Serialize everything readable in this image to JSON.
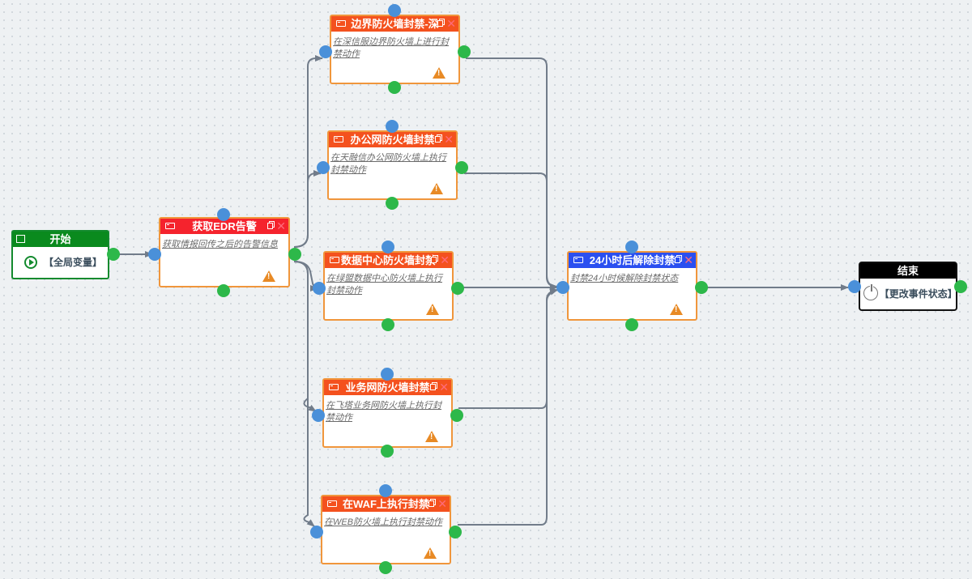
{
  "start": {
    "title": "开始",
    "label": "【全局变量】"
  },
  "end": {
    "title": "结束",
    "label": "【更改事件状态】"
  },
  "nodes": [
    {
      "id": "edr",
      "title": "获取EDR告警",
      "desc": "获取情报回传之后的告警信息",
      "color": "#f5232d"
    },
    {
      "id": "border",
      "title": "边界防火墙封禁-深",
      "desc": "在深信服边界防火墙上进行封禁动作",
      "color": "#f4511e"
    },
    {
      "id": "office",
      "title": "办公网防火墙封禁",
      "desc": "在天融信办公网防火墙上执行封禁动作",
      "color": "#f4511e"
    },
    {
      "id": "dc",
      "title": "数据中心防火墙封禁",
      "desc": "在绿盟数据中心防火墙上执行封禁动作",
      "color": "#f4511e"
    },
    {
      "id": "biz",
      "title": "业务网防火墙封禁",
      "desc": "在飞塔业务网防火墙上执行封禁动作",
      "color": "#f4511e"
    },
    {
      "id": "waf",
      "title": "在WAF上执行封禁",
      "desc": "在WEB防火墙上执行封禁动作",
      "color": "#f4511e"
    },
    {
      "id": "unban",
      "title": "24小时后解除封禁",
      "desc": "封禁24小时候解除封禁状态",
      "color": "#2a4ff0"
    }
  ],
  "colors": {
    "edge": "#717c8a",
    "port_in": "#4a90d9",
    "port_out": "#2db84a",
    "node_border": "#f0963c"
  },
  "icons": {
    "window": "window-icon",
    "copy": "copy-icon",
    "close": "close-icon",
    "warning": "warning-icon",
    "play": "play-icon",
    "power": "power-icon"
  }
}
